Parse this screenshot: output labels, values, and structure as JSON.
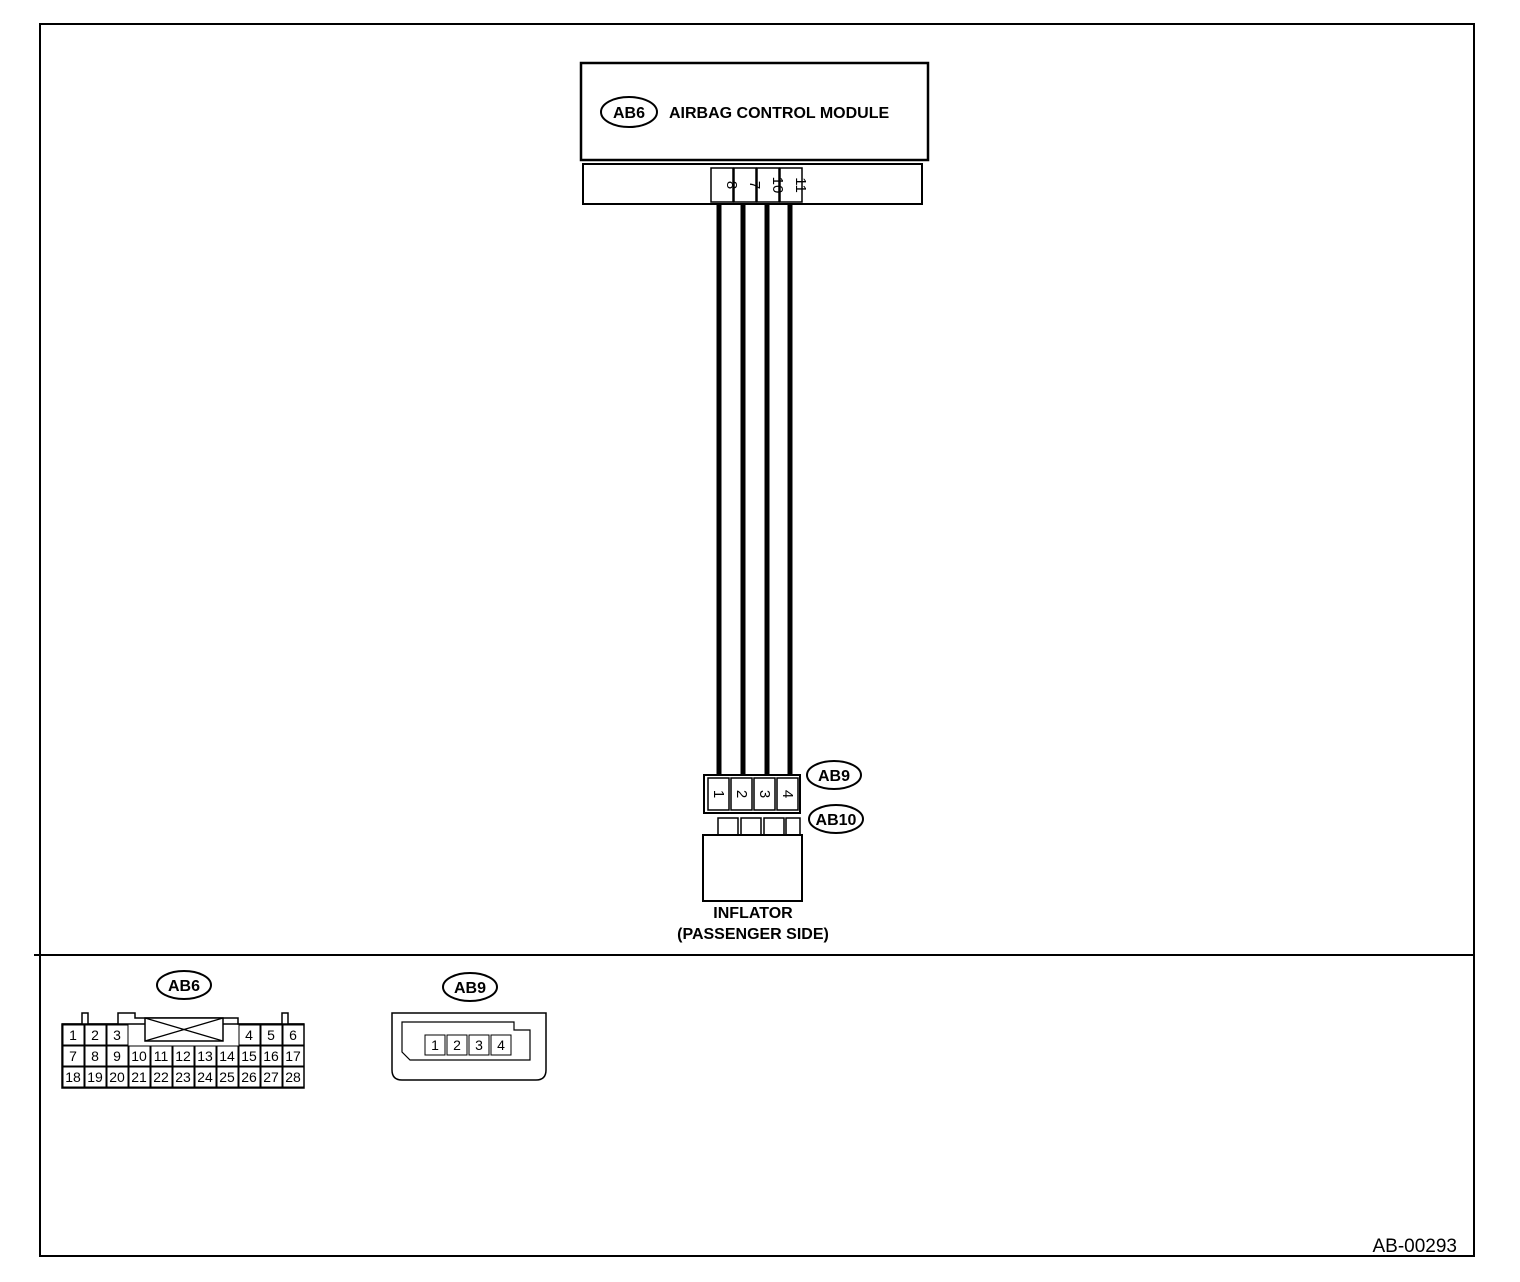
{
  "module": {
    "badge": "AB6",
    "title": "AIRBAG CONTROL MODULE",
    "pins": [
      "8",
      "7",
      "10",
      "11"
    ]
  },
  "harness": {
    "connector_badge_top": "AB9",
    "connector_badge_bottom": "AB10",
    "pins": [
      "1",
      "2",
      "3",
      "4"
    ]
  },
  "inflator": {
    "line1": "INFLATOR",
    "line2": "(PASSENGER SIDE)"
  },
  "views": {
    "ab6": {
      "badge": "AB6",
      "rows": [
        [
          "1",
          "2",
          "3",
          "4",
          "5",
          "6"
        ],
        [
          "7",
          "8",
          "9",
          "10",
          "11",
          "12",
          "13",
          "14",
          "15",
          "16",
          "17"
        ],
        [
          "18",
          "19",
          "20",
          "21",
          "22",
          "23",
          "24",
          "25",
          "26",
          "27",
          "28"
        ]
      ]
    },
    "ab9": {
      "badge": "AB9",
      "pins": [
        "1",
        "2",
        "3",
        "4"
      ]
    }
  },
  "figure_id": "AB-00293",
  "colors": {
    "line": "#000000",
    "background": "#ffffff"
  }
}
